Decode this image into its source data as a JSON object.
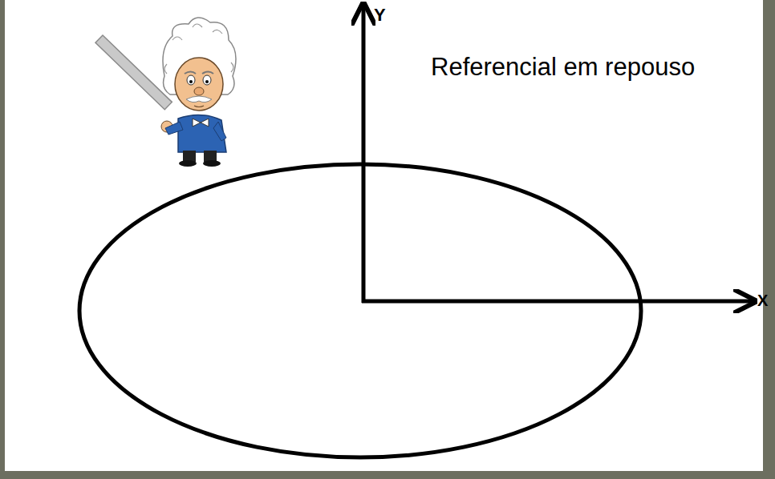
{
  "diagram": {
    "labels": [
      "Y",
      "X",
      "Referencial em repouso"
    ]
  }
}
